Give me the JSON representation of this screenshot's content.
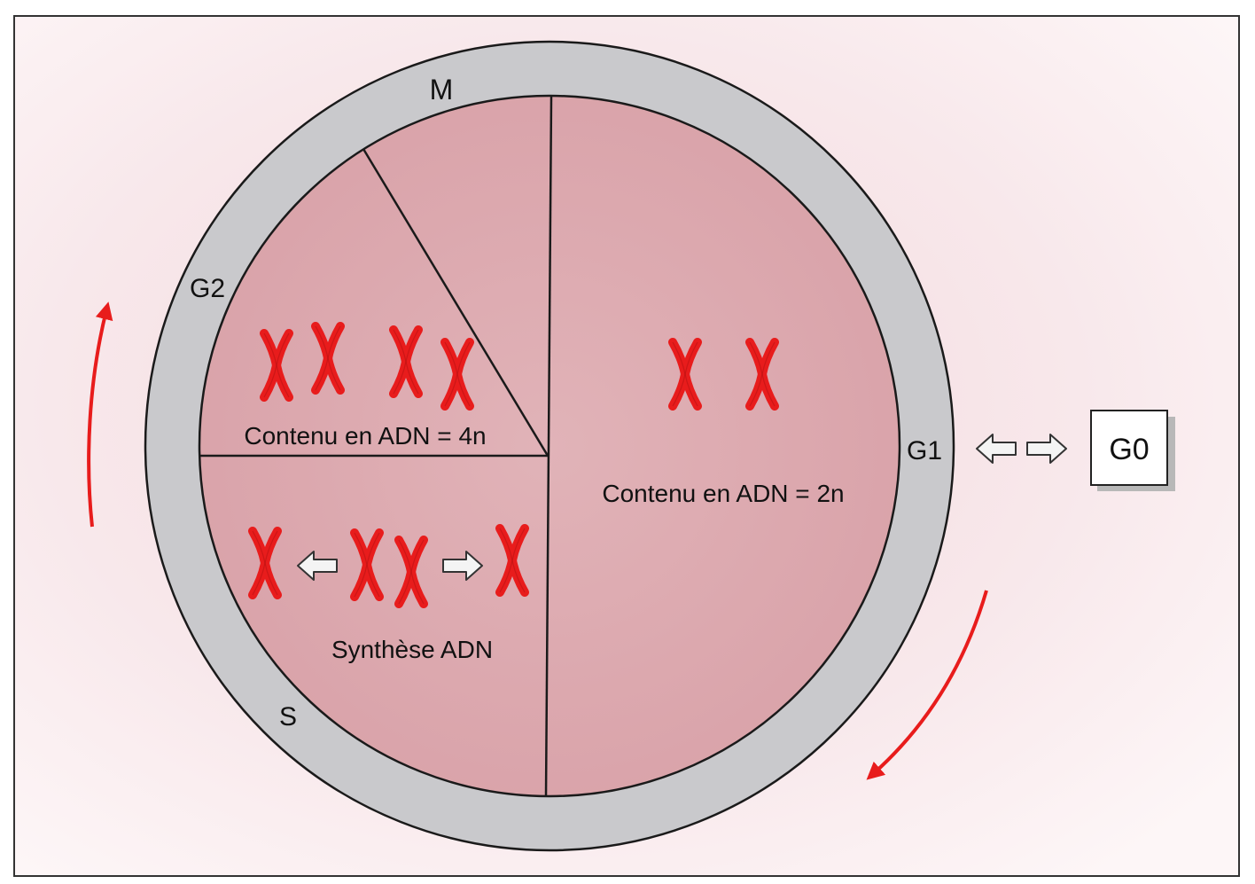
{
  "phases": {
    "m": "M",
    "g2": "G2",
    "g1": "G1",
    "s": "S",
    "g0": "G0"
  },
  "sectors": {
    "g2_content": "Contenu en ADN = 4n",
    "g1_content": "Contenu en ADN = 2n",
    "s_synthesis": "Synthèse ADN"
  },
  "colors": {
    "background_tint": "#fbeff1",
    "ring": "#c9c9cc",
    "disc": "#dba6ad",
    "chromosome": "#e81c1c",
    "cycle_arrow": "#e81c1c",
    "outline": "#222222"
  },
  "icons": {
    "chromosome": "chromosome-icon",
    "arrow": "hollow-arrow-icon",
    "cycle": "curved-cycle-arrow-icon"
  }
}
